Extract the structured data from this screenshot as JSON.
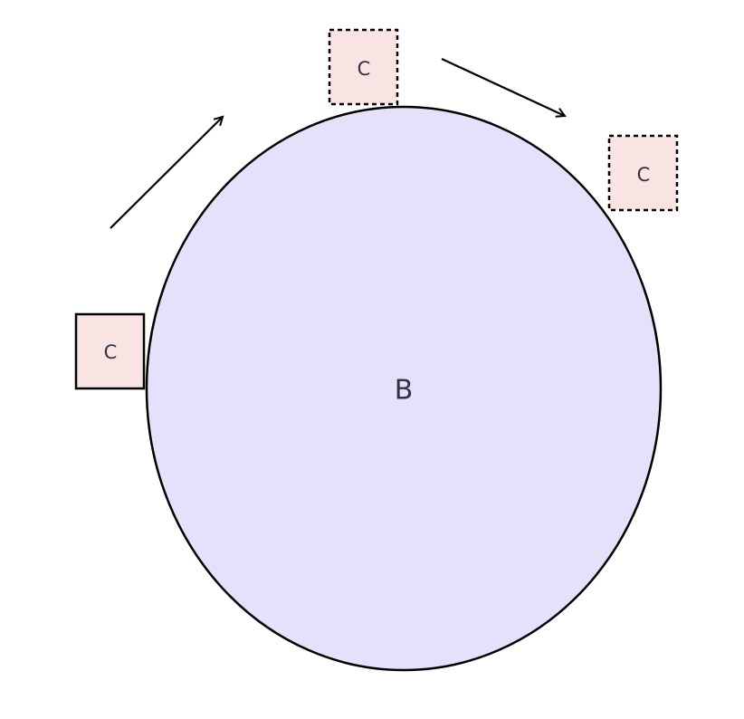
{
  "diagram": {
    "body": {
      "label": "B",
      "fill": "#e6e1fa",
      "stroke": "#000000"
    },
    "boxes": [
      {
        "label": "C",
        "style": "solid",
        "fill": "#f9e3e3",
        "stroke": "#000000"
      },
      {
        "label": "C",
        "style": "dashed",
        "fill": "#f9e3e3",
        "stroke": "#000000"
      },
      {
        "label": "C",
        "style": "dashed",
        "fill": "#f9e3e3",
        "stroke": "#000000"
      }
    ],
    "arrows": [
      {
        "direction": "up-right"
      },
      {
        "direction": "down-right"
      }
    ]
  }
}
